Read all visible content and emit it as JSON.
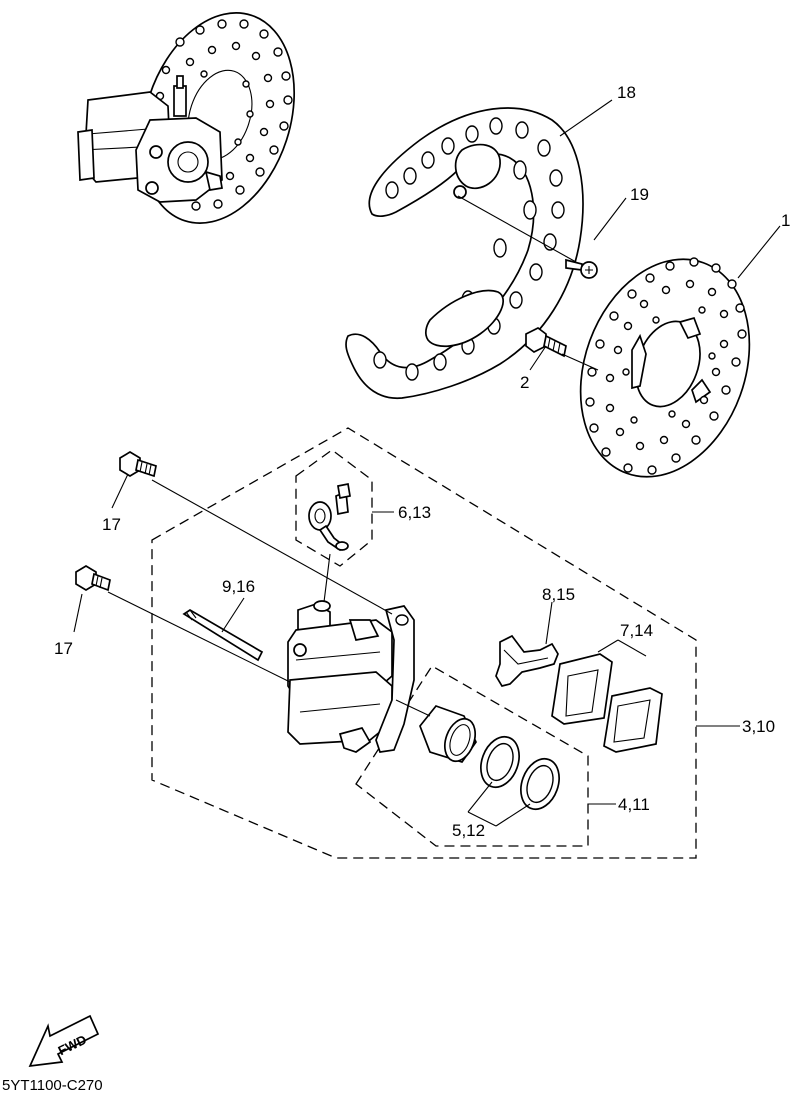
{
  "labels": {
    "p1": "1",
    "p2": "2",
    "p18": "18",
    "p19": "19",
    "p17a": "17",
    "p17b": "17",
    "p6_13": "6,13",
    "p9_16": "9,16",
    "p8_15": "8,15",
    "p7_14": "7,14",
    "p3_10": "3,10",
    "p4_11": "4,11",
    "p5_12": "5,12"
  },
  "fwd_label": "FWD",
  "diagram_code": "5YT1100-C270"
}
